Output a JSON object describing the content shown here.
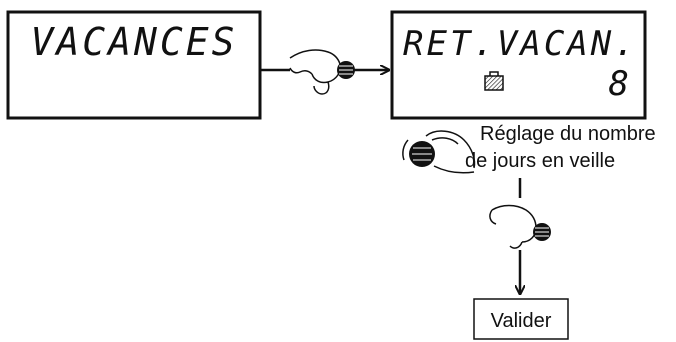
{
  "display1": {
    "text": "VACANCES"
  },
  "display2": {
    "line1": "RET.VACAN.",
    "value": "8",
    "icon": "suitcase-icon"
  },
  "instruction": {
    "line1": "Réglage du nombre",
    "line2": "de jours en veille"
  },
  "validate_label": "Valider",
  "icons": {
    "turn_knob": "hand-turning-knob-icon",
    "press_knob": "hand-pressing-knob-icon"
  },
  "colors": {
    "ink": "#111111",
    "background": "#ffffff"
  }
}
